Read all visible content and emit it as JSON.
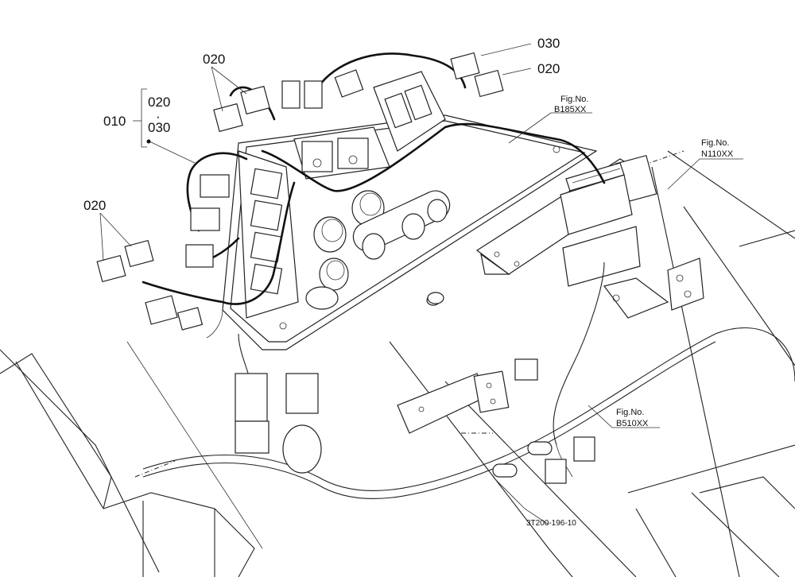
{
  "callouts": {
    "top_right_030": "030",
    "top_right_020": "020",
    "upper_left_020": "020",
    "left_group_main": "010",
    "left_group_sub_a": "020",
    "left_group_dot": "·",
    "left_group_sub_b": "030",
    "lower_left_020": "020"
  },
  "figure_refs": {
    "b185": {
      "prefix": "Fig.No.",
      "number": "B185XX"
    },
    "n110": {
      "prefix": "Fig.No.",
      "number": "N110XX"
    },
    "b510": {
      "prefix": "Fig.No.",
      "number": "B510XX"
    }
  },
  "drawing_code": "3T200-196-10",
  "icons": [
    "wiring-harness-diagram",
    "connector-icon",
    "switch-icon",
    "knob-icon"
  ]
}
